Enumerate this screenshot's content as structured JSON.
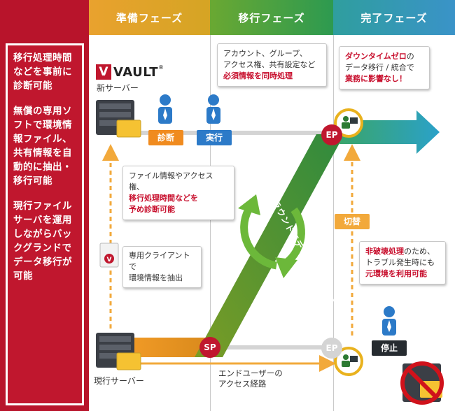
{
  "header": {
    "prep_phase": "準備フェーズ",
    "migration_phase": "移行フェーズ",
    "completion_phase": "完了フェーズ"
  },
  "sidebar": {
    "paragraphs": [
      "移行処理時間などを事前に診断可能",
      "無償の専用ソフトで環境情報ファイル、共有情報を自動的に抽出・移行可能",
      "現行ファイルサーバを運用しながらバックグランドでデータ移行が可能"
    ]
  },
  "logo": {
    "text": "VAULT",
    "mark": "V",
    "registered": "®"
  },
  "servers": {
    "new_server": "新サーバー",
    "current_server": "現行サーバー"
  },
  "tags": {
    "diagnose": "診断",
    "execute": "実行",
    "switch": "切替",
    "stop": "停止"
  },
  "markers": {
    "ep": "EP",
    "sp": "SP"
  },
  "bubble_top": {
    "line1": "アカウント、グループ、",
    "line2": "アクセス権、共有設定など",
    "line3_red": "必須情報を同時処理"
  },
  "bubble_done": {
    "line1_red": "ダウンタイムゼロ",
    "line1_tail": "の",
    "line2": "データ移行 / 統合で",
    "line3_red": "業務に影響なし！"
  },
  "bubble_diag": {
    "line1": "ファイル情報やアクセス権、",
    "line2_red": "移行処理時間などを",
    "line3_red": "予め診断可能"
  },
  "bubble_client": {
    "line1": "専用クライアントで",
    "line2": "環境情報を抽出"
  },
  "bubble_nondestructive": {
    "line1_red": "非破壊処理",
    "line1_tail": "のため、",
    "line2": "トラブル発生時にも",
    "line3_red": "元環境を利用可能"
  },
  "background_label": "バックグラウンドでデータを自動移行",
  "end_user_path": {
    "line1": "エンドユーザーの",
    "line2": "アクセス経路"
  },
  "colors": {
    "brand_red": "#c0172e",
    "prep_orange": "#e9a22e",
    "migration_green": "#5aa83a",
    "done_blue": "#3a93c8",
    "teal_arrow": "#2aa1a6"
  }
}
